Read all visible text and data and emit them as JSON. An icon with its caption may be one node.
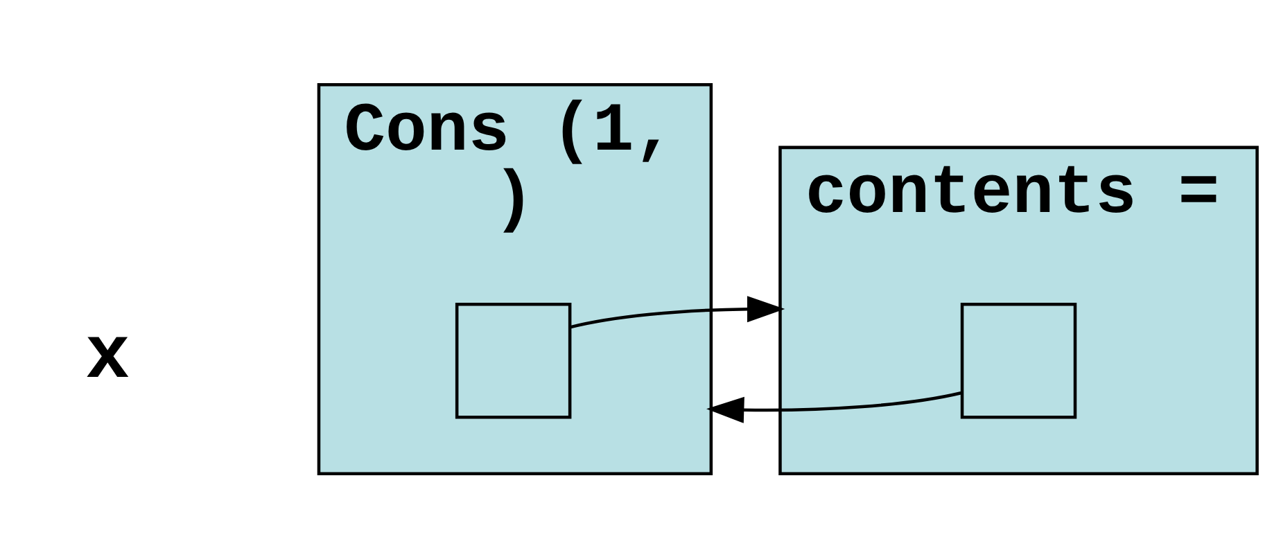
{
  "diagram": {
    "nodes": [
      {
        "text": [
          "Cons (1,",
          ")"
        ]
      },
      {
        "text": [],
        "shape": "box",
        "in": 0
      },
      {
        "text": [
          "contents ="
        ]
      },
      {
        "text": [],
        "shape": "box",
        "in": 2
      }
    ],
    "edges": [
      {
        "from": 1,
        "to": 2,
        "arrow": "to"
      },
      {
        "from": 3,
        "to": 0,
        "arrow": "to"
      }
    ],
    "labels": [
      "x"
    ]
  }
}
